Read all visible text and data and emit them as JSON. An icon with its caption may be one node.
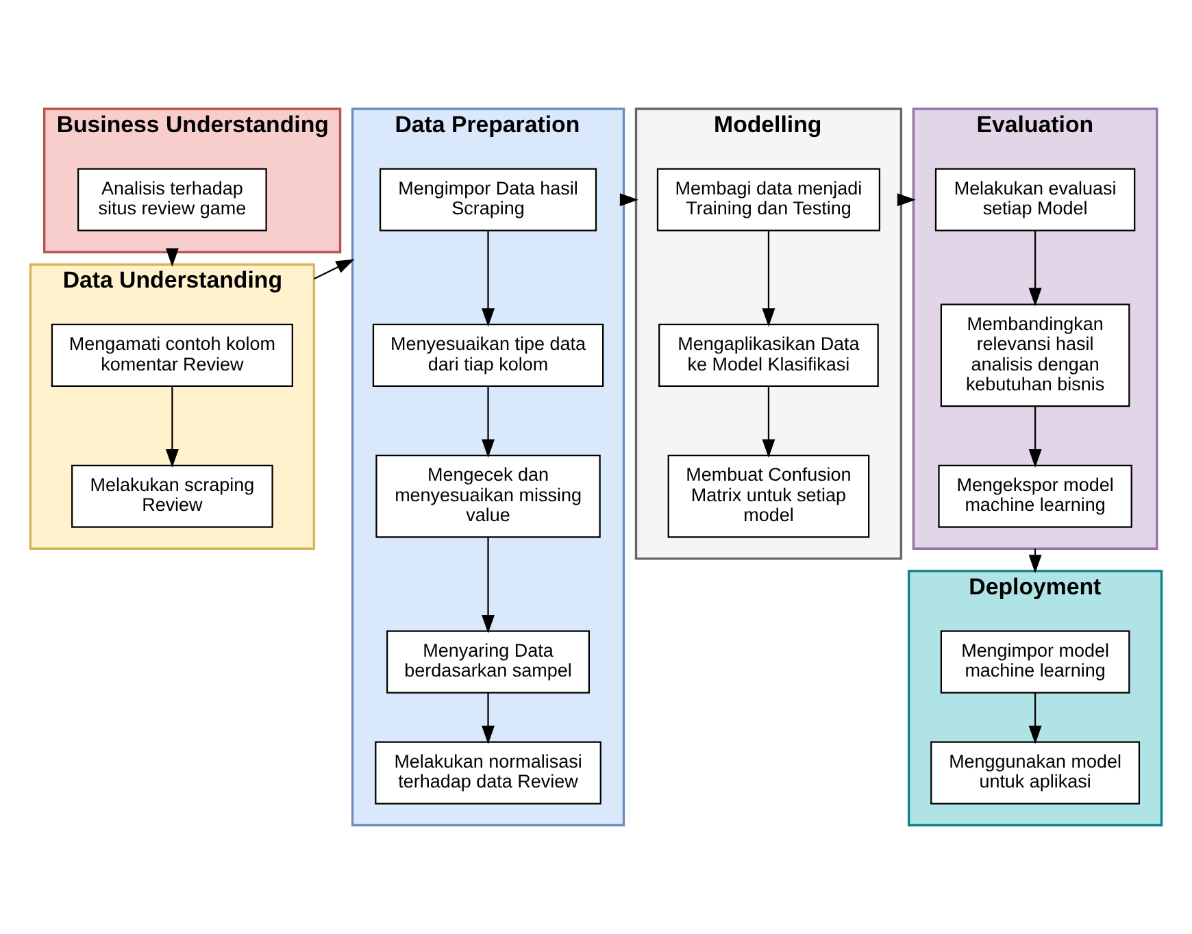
{
  "diagram": {
    "nodes": [
      {
        "text": [
          "Business Understanding"
        ]
      },
      {
        "text": [
          "Analisis terhadap situs review game"
        ],
        "in": 0
      },
      {
        "text": [
          "Data Understanding"
        ]
      },
      {
        "text": [
          "Mengamati contoh kolom komentar Review"
        ],
        "in": 2
      },
      {
        "text": [
          "Melakukan scraping Review"
        ],
        "in": 2
      },
      {
        "text": [
          "Data Preparation"
        ]
      },
      {
        "text": [
          "Mengimpor Data hasil Scraping"
        ],
        "in": 5
      },
      {
        "text": [
          "Menyesuaikan tipe data dari tiap kolom"
        ],
        "in": 5
      },
      {
        "text": [
          "Mengecek dan menyesuaikan missing value"
        ],
        "in": 5
      },
      {
        "text": [
          "Menyaring Data berdasarkan sampel"
        ],
        "in": 5
      },
      {
        "text": [
          "Melakukan normalisasi terhadap data Review"
        ],
        "in": 5
      },
      {
        "text": [
          "Modelling"
        ]
      },
      {
        "text": [
          "Membagi data menjadi Training dan Testing"
        ],
        "in": 11
      },
      {
        "text": [
          "Mengaplikasikan Data ke Model Klasifikasi"
        ],
        "in": 11
      },
      {
        "text": [
          "Membuat Confusion Matrix untuk setiap model"
        ],
        "in": 11
      },
      {
        "text": [
          "Evaluation"
        ]
      },
      {
        "text": [
          "Melakukan evaluasi setiap Model"
        ],
        "in": 15
      },
      {
        "text": [
          "Membandingkan relevansi hasil analisis dengan kebutuhan bisnis"
        ],
        "in": 15
      },
      {
        "text": [
          "Mengekspor model machine learning"
        ],
        "in": 15
      },
      {
        "text": [
          "Deployment"
        ]
      },
      {
        "text": [
          "Mengimpor model machine learning"
        ],
        "in": 19
      },
      {
        "text": [
          "Menggunakan model untuk aplikasi"
        ],
        "in": 19
      }
    ],
    "edges": [
      {
        "from": 0,
        "to": 2,
        "arrow": "to"
      },
      {
        "from": 2,
        "to": 5,
        "arrow": "to"
      },
      {
        "from": 5,
        "to": 11,
        "arrow": "to"
      },
      {
        "from": 11,
        "to": 15,
        "arrow": "to"
      },
      {
        "from": 15,
        "to": 19,
        "arrow": "to"
      },
      {
        "from": 3,
        "to": 4,
        "arrow": "to"
      },
      {
        "from": 6,
        "to": 7,
        "arrow": "to"
      },
      {
        "from": 7,
        "to": 8,
        "arrow": "to"
      },
      {
        "from": 8,
        "to": 9,
        "arrow": "to"
      },
      {
        "from": 9,
        "to": 10,
        "arrow": "to"
      },
      {
        "from": 12,
        "to": 13,
        "arrow": "to"
      },
      {
        "from": 13,
        "to": 14,
        "arrow": "to"
      },
      {
        "from": 16,
        "to": 17,
        "arrow": "to"
      },
      {
        "from": 17,
        "to": 18,
        "arrow": "to"
      },
      {
        "from": 20,
        "to": 21,
        "arrow": "to"
      }
    ]
  }
}
